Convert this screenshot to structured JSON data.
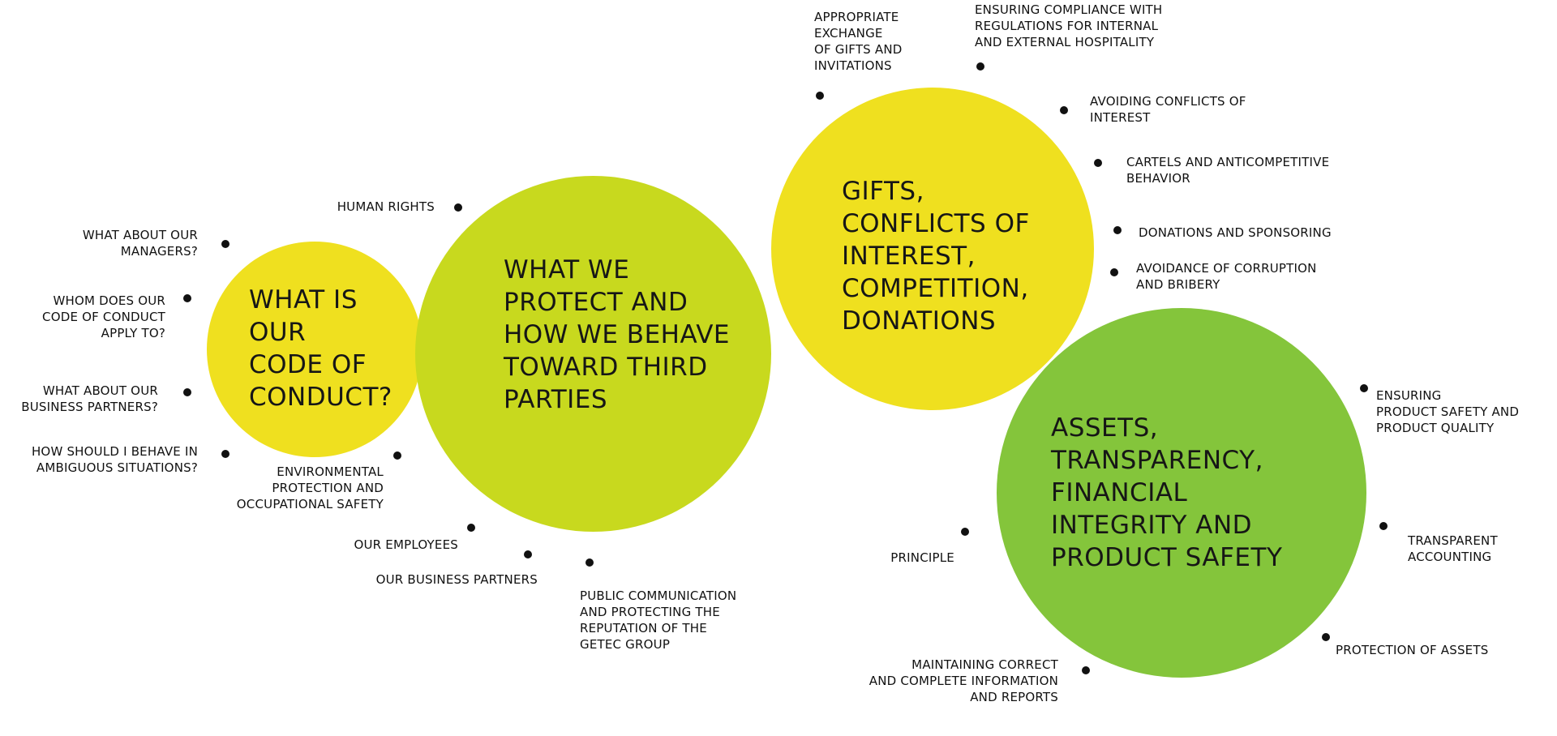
{
  "colors": {
    "yellow": "#efe01f",
    "lime": "#c8d91e",
    "green": "#84c53b",
    "dot": "#111111"
  },
  "circles": {
    "code": {
      "title": [
        "WHAT IS",
        "OUR",
        "CODE OF",
        "CONDUCT?"
      ]
    },
    "protect": {
      "title": [
        "WHAT WE",
        "PROTECT AND",
        "HOW WE BEHAVE",
        "TOWARD THIRD",
        "PARTIES"
      ]
    },
    "gifts": {
      "title": [
        "GIFTS,",
        "CONFLICTS OF",
        "INTEREST,",
        "COMPETITION,",
        "DONATIONS"
      ]
    },
    "assets": {
      "title": [
        "ASSETS,",
        "TRANSPARENCY,",
        "FINANCIAL",
        "INTEGRITY AND",
        "PRODUCT SAFETY"
      ]
    }
  },
  "topics": {
    "managers": [
      "WHAT ABOUT OUR",
      "MANAGERS?"
    ],
    "apply": [
      "WHOM DOES OUR",
      "CODE OF CONDUCT",
      "APPLY TO?"
    ],
    "business_partners_q": [
      "WHAT ABOUT OUR",
      "BUSINESS PARTNERS?"
    ],
    "ambiguous": [
      "HOW SHOULD I BEHAVE IN",
      "AMBIGUOUS SITUATIONS?"
    ],
    "human_rights": [
      "HUMAN RIGHTS"
    ],
    "environmental": [
      "ENVIRONMENTAL",
      "PROTECTION AND",
      "OCCUPATIONAL SAFETY"
    ],
    "employees": [
      "OUR EMPLOYEES"
    ],
    "our_business_partners": [
      "OUR BUSINESS PARTNERS"
    ],
    "public_communication": [
      "PUBLIC COMMUNICATION",
      "AND PROTECTING THE",
      "REPUTATION OF THE",
      "GETEC GROUP"
    ],
    "gifts_exchange": [
      "APPROPRIATE",
      "EXCHANGE",
      "OF GIFTS AND",
      "INVITATIONS"
    ],
    "hospitality": [
      "ENSURING COMPLIANCE WITH",
      "REGULATIONS FOR INTERNAL",
      "AND EXTERNAL HOSPITALITY"
    ],
    "conflicts": [
      "AVOIDING CONFLICTS OF",
      "INTEREST"
    ],
    "cartels": [
      "CARTELS AND ANTICOMPETITIVE",
      "BEHAVIOR"
    ],
    "donations": [
      "DONATIONS AND SPONSORING"
    ],
    "corruption": [
      "AVOIDANCE OF CORRUPTION",
      "AND BRIBERY"
    ],
    "product_safety": [
      "ENSURING",
      "PRODUCT SAFETY AND",
      "PRODUCT QUALITY"
    ],
    "accounting": [
      "TRANSPARENT",
      "ACCOUNTING"
    ],
    "principle": [
      "PRINCIPLE"
    ],
    "assets_protection": [
      "PROTECTION OF ASSETS"
    ],
    "reports": [
      "MAINTAINING CORRECT",
      "AND COMPLETE INFORMATION",
      "AND REPORTS"
    ]
  }
}
